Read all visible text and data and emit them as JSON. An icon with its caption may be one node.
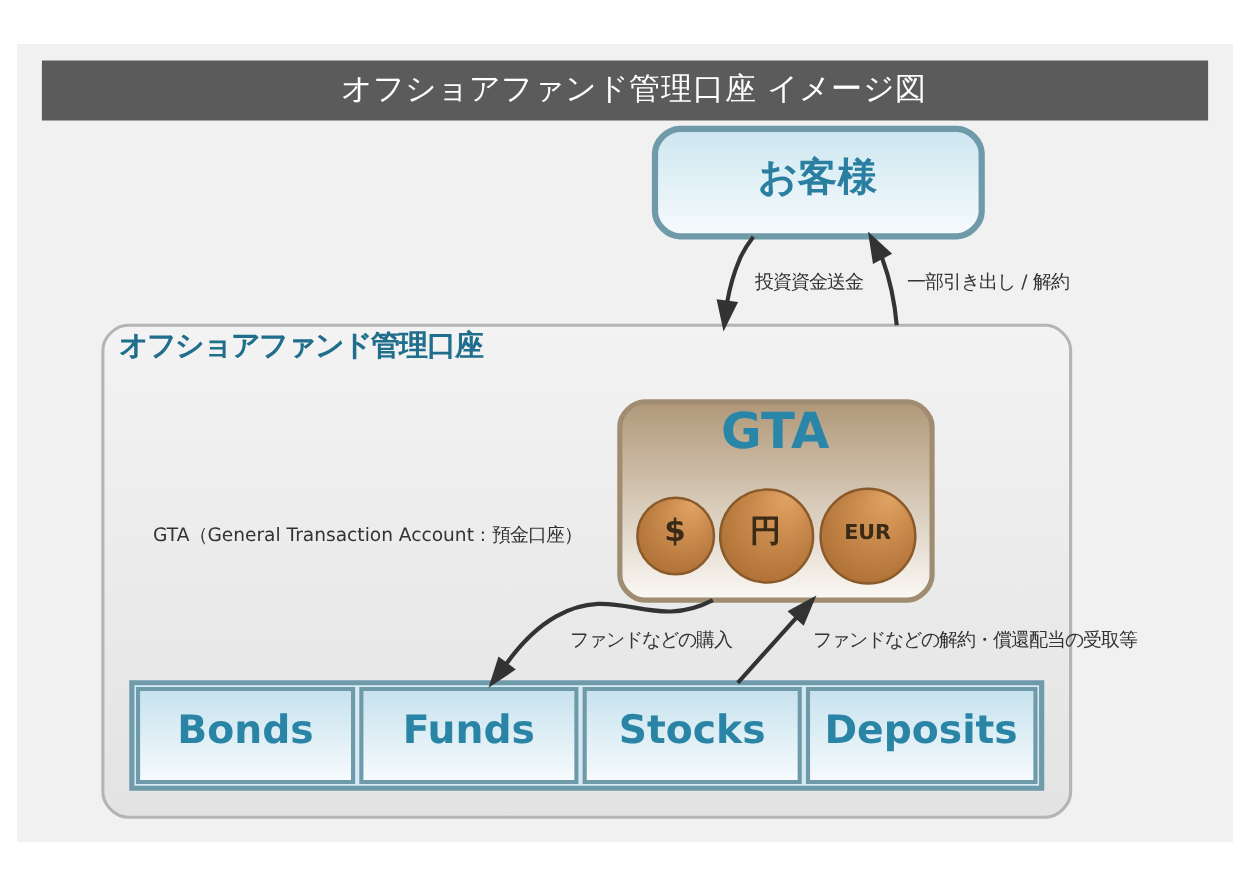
{
  "diagram": {
    "title": "オフショアファンド管理口座 イメージ図",
    "nodes": [
      {
        "text": [
          "お客様"
        ]
      },
      {
        "text": [
          "オフショアファンド管理口座"
        ]
      },
      {
        "text": [
          "GTA"
        ],
        "in": 1,
        "beside": [
          "GTA（General Transaction Account : 預金口座）"
        ]
      },
      {
        "text": [
          "$"
        ],
        "in": 2
      },
      {
        "text": [
          "円"
        ],
        "in": 2
      },
      {
        "text": [
          "EUR"
        ],
        "in": 2
      },
      {
        "text": [],
        "shape": "bar",
        "in": 1
      },
      {
        "text": [
          "Bonds"
        ],
        "in": 6
      },
      {
        "text": [
          "Funds"
        ],
        "in": 6
      },
      {
        "text": [
          "Stocks"
        ],
        "in": 6
      },
      {
        "text": [
          "Deposits"
        ],
        "in": 6
      }
    ],
    "edges": [
      {
        "from": 0,
        "to": 1,
        "arrow": "to",
        "label": "投資資金送金"
      },
      {
        "from": 1,
        "to": 0,
        "arrow": "to",
        "label": "一部引き出し / 解約"
      },
      {
        "from": 2,
        "to": 6,
        "arrow": "to",
        "label": "ファンドなどの購入"
      },
      {
        "from": 6,
        "to": 2,
        "arrow": "to",
        "label": "ファンドなどの解約・償還配当の受取等"
      }
    ]
  }
}
